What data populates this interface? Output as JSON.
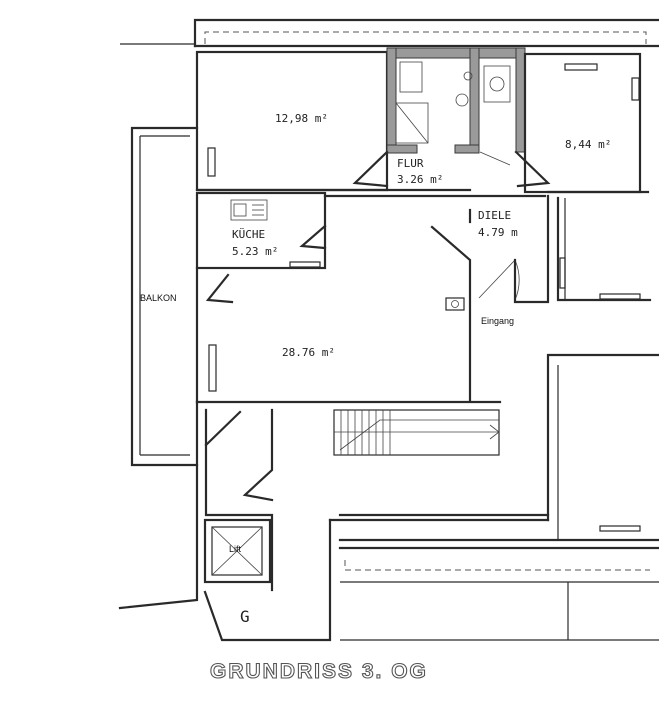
{
  "rooms": {
    "room_top_left": {
      "area": "12,98 m²"
    },
    "flur": {
      "name": "FLUR",
      "area": "3.26 m²"
    },
    "room_top_right": {
      "area": "8,44 m²"
    },
    "kueche": {
      "name": "KÜCHE",
      "area": "5.23 m²"
    },
    "diele": {
      "name": "DIELE",
      "area": "4.79 m"
    },
    "living": {
      "area": "28.76 m²"
    }
  },
  "labels": {
    "balkon": "BALKON",
    "eingang": "Eingang",
    "lift": "Lift",
    "g_mark": "G"
  },
  "title": "GRUNDRISS 3. OG"
}
